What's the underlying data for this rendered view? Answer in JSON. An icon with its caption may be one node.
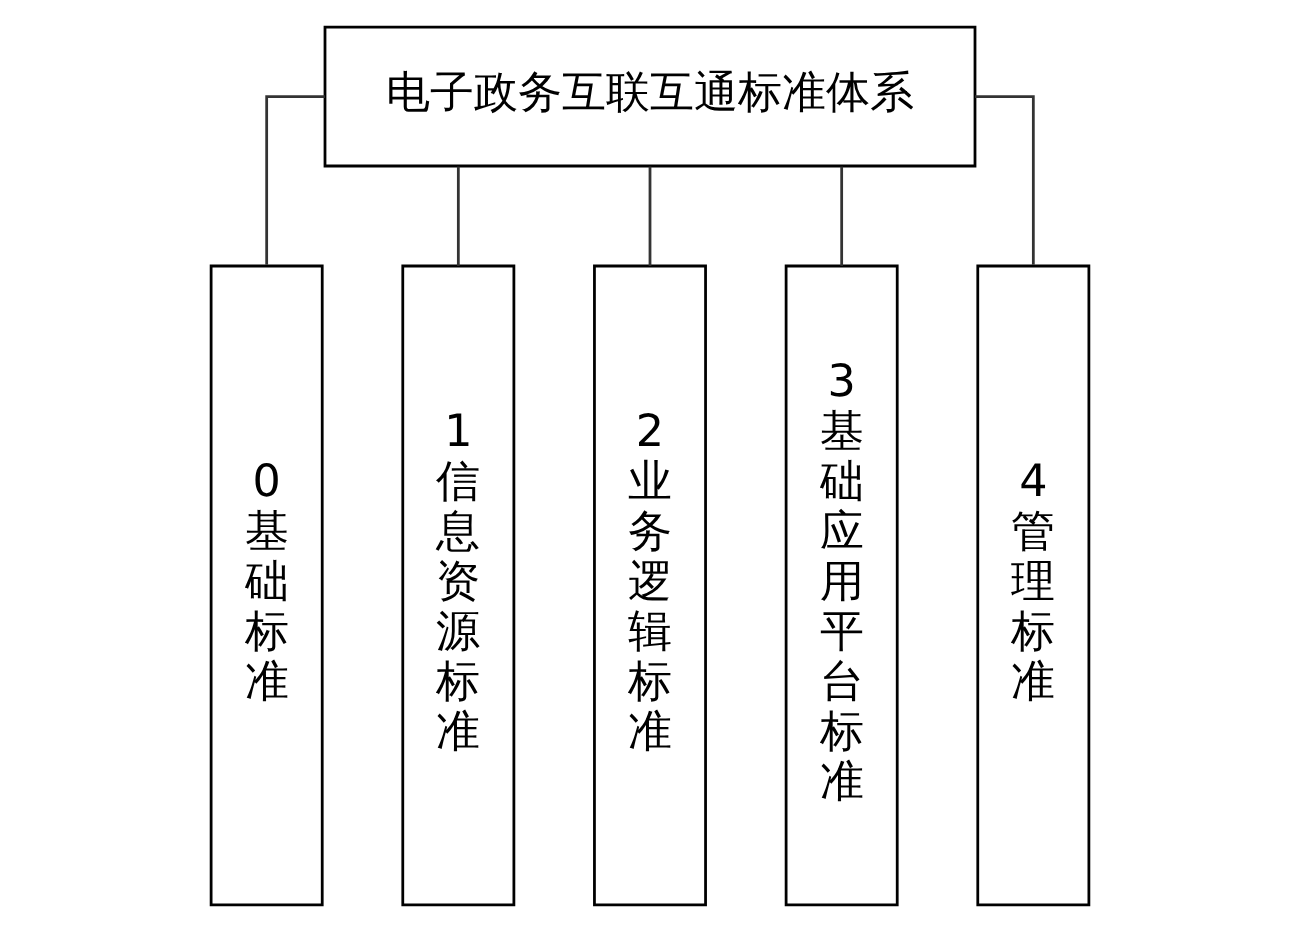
{
  "diagram": {
    "nodes": [
      {
        "text": [
          "电子政务互联互通标准体系"
        ]
      },
      {
        "text": [
          "0",
          "基础标准"
        ]
      },
      {
        "text": [
          "1",
          "信息资源标准"
        ]
      },
      {
        "text": [
          "2",
          "业务逻辑标准"
        ]
      },
      {
        "text": [
          "3",
          "基础应用平台标准"
        ]
      },
      {
        "text": [
          "4",
          "管理标准"
        ]
      }
    ],
    "edges": [
      {
        "from": 0,
        "to": 1,
        "arrow": "none"
      },
      {
        "from": 0,
        "to": 2,
        "arrow": "none"
      },
      {
        "from": 0,
        "to": 3,
        "arrow": "none"
      },
      {
        "from": 0,
        "to": 4,
        "arrow": "none"
      },
      {
        "from": 0,
        "to": 5,
        "arrow": "none"
      }
    ]
  }
}
